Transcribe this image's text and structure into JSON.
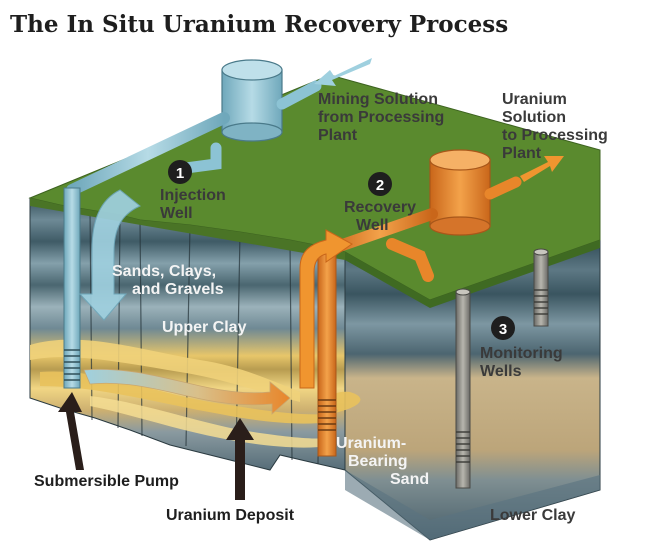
{
  "title": "The In Situ Uranium Recovery Process",
  "steps": [
    {
      "number": "1",
      "lines": [
        "Injection",
        "Well"
      ]
    },
    {
      "number": "2",
      "lines": [
        "Recovery",
        "Well"
      ]
    },
    {
      "number": "3",
      "lines": [
        "Monitoring",
        "Wells"
      ]
    }
  ],
  "labels": {
    "mining_solution": [
      "Mining Solution",
      "from Processing",
      "Plant"
    ],
    "uranium_solution": [
      "Uranium",
      "Solution",
      "to Processing",
      "Plant"
    ],
    "sands": [
      "Sands, Clays,",
      "and Gravels"
    ],
    "upper_clay": "Upper Clay",
    "uranium_bearing": [
      "Uranium-",
      "Bearing",
      "Sand"
    ],
    "lower_clay": "Lower Clay",
    "submersible_pump": "Submersible Pump",
    "uranium_deposit": "Uranium Deposit"
  },
  "colors": {
    "injection": "#8cc3d4",
    "recovery": "#e8862a",
    "grass": "#5a8a2e",
    "sand_layer": "#f0d27a",
    "clay_dark": "#4a6470",
    "clay_light": "#7b94a0",
    "lower_clay": "#c9b48a"
  }
}
